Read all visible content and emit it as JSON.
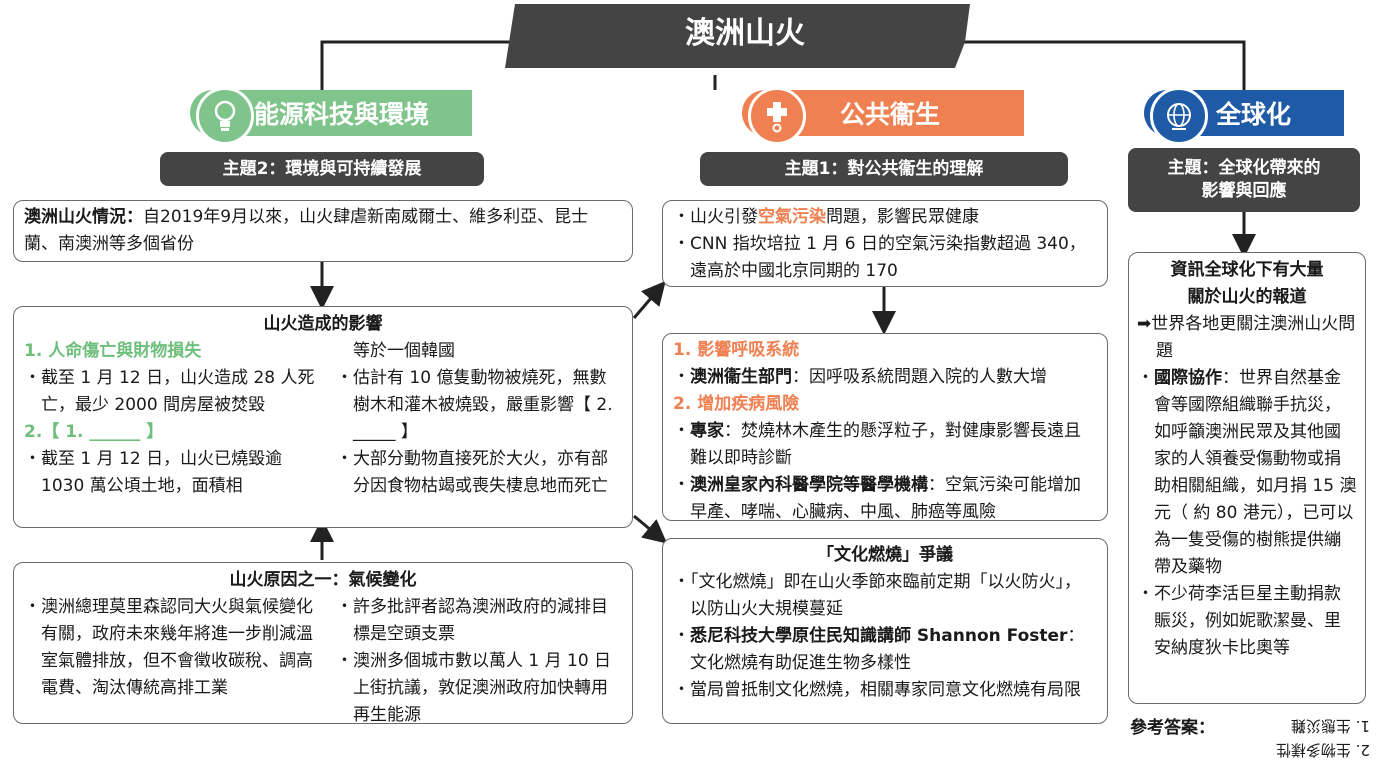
{
  "title": "澳洲山火",
  "categories": {
    "energy": {
      "label": "能源科技與環境",
      "icon": "lightbulb-icon",
      "color": "#7ec48b"
    },
    "health": {
      "label": "公共衞生",
      "icon": "stethoscope-icon",
      "color": "#ef8051"
    },
    "global": {
      "label": "全球化",
      "icon": "globe-icon",
      "color": "#1f5aa6"
    }
  },
  "themes": {
    "energy": "主題2：環境與可持續發展",
    "health": "主題1：對公共衞生的理解",
    "global_line1": "主題：全球化帶來的",
    "global_line2": "影響與回應"
  },
  "situation": {
    "label": "澳洲山火情況：",
    "text": "自2019年9月以來，山火肆虐新南威爾士、維多利亞、昆士蘭、南澳洲等多個省份"
  },
  "impact": {
    "title": "山火造成的影響",
    "h1": "1. 人命傷亡與財物損失",
    "b1": "截至 1 月 12 日，山火造成 28 人死亡，最少 2000 間房屋被焚毀",
    "h2_prefix": "2.【 1. ",
    "h2_blank": "______",
    "h2_suffix": " 】",
    "b2": "截至 1 月 12 日，山火已燒毀逾 1030 萬公頃土地，面積相",
    "b2_cont": "等於一個韓國",
    "b3_prefix": "估計有 10 億隻動物被燒死，無數樹木和灌木被燒毀，嚴重影響【 2. ",
    "b3_blank": "_____",
    "b3_suffix": " 】",
    "b4": "大部分動物直接死於大火，亦有部分因食物枯竭或喪失棲息地而死亡"
  },
  "cause": {
    "title": "山火原因之一：氣候變化",
    "b1": "澳洲總理莫里森認同大火與氣候變化有關，政府未來幾年將進一步削減溫室氣體排放，但不會徵收碳稅、調高電費、淘汰傳統高排工業",
    "b2": "許多批評者認為澳洲政府的減排目標是空頭支票",
    "b3": "澳洲多個城市數以萬人 1 月 10 日上街抗議，敦促澳洲政府加快轉用再生能源"
  },
  "pollution": {
    "b1_prefix": "山火引發",
    "b1_highlight": "空氣污染",
    "b1_suffix": "問題，影響民眾健康",
    "b2": "CNN 指坎培拉 1 月 6 日的空氣污染指數超過 340，遠高於中國北京同期的 170"
  },
  "health_effects": {
    "h1": "1. 影響呼吸系統",
    "b1_label": "澳洲衞生部門",
    "b1_text": "：因呼吸系統問題入院的人數大增",
    "h2": "2. 增加疾病風險",
    "b2_label": "專家",
    "b2_text": "：焚燒林木產生的懸浮粒子，對健康影響長遠且難以即時診斷",
    "b3_label": "澳洲皇家內科醫學院等醫學機構",
    "b3_text": "：空氣污染可能增加早產、哮喘、心臟病、中風、肺癌等風險"
  },
  "cultural": {
    "title": "「文化燃燒」爭議",
    "b1": "「文化燃燒」即在山火季節來臨前定期「以火防火」，以防山火大規模蔓延",
    "b2_label": "悉尼科技大學原住民知識講師 Shannon Foster",
    "b2_text": "：文化燃燒有助促進生物多樣性",
    "b3": "當局曾抵制文化燃燒，相關專家同意文化燃燒有局限"
  },
  "globalization": {
    "title_line1": "資訊全球化下有大量",
    "title_line2": "關於山火的報道",
    "arrow_text": "世界各地更關注澳洲山火問題",
    "b1_label": "國際協作",
    "b1_text": "：世界自然基金會等國際組織聯手抗災，如呼籲澳洲民眾及其他國家的人領養受傷動物或捐助相關組織，如月捐 15 澳元（ 約 80 港元），已可以為一隻受傷的樹熊提供繃帶及藥物",
    "b2": "不少荷李活巨星主動捐款賑災，例如妮歌潔曼、里安納度狄卡比奧等"
  },
  "answers": {
    "label": "參考答案：",
    "a1": "1. 生態災難",
    "a2": "2. 生物多樣性"
  },
  "bullet": "・",
  "arrow_glyph": "➡"
}
